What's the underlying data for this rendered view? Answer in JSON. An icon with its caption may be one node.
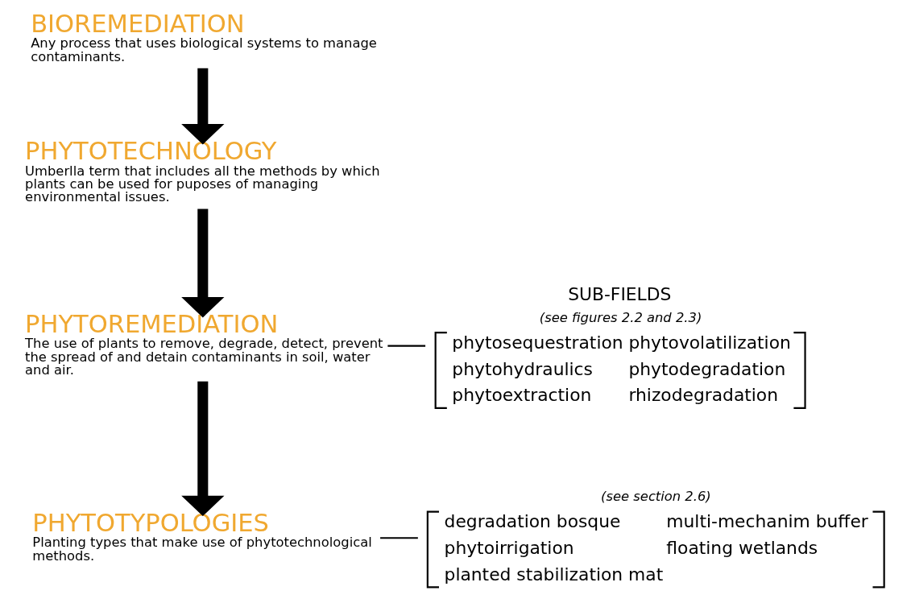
{
  "diagram": {
    "nodes": [
      {
        "text": [
          "BIOREMEDIATION",
          "Any process that uses biological systems to manage contaminants."
        ]
      },
      {
        "text": [
          "PHYTOTECHNOLOGY",
          "Umberlla term that includes all the methods by which plants can be used for puposes of managing environmental issues."
        ]
      },
      {
        "text": [
          "PHYTOREMEDIATION",
          "The use of plants to remove, degrade, detect, prevent the spread of and detain contaminants in soil, water and air."
        ]
      },
      {
        "text": [
          "PHYTOTYPOLOGIES",
          "Planting types that make use of phytotechnological methods."
        ]
      },
      {
        "text": [
          "SUB-FIELDS",
          "(see figures 2.2 and 2.3)",
          "phytosequestration",
          "phytovolatilization",
          "phytohydraulics",
          "phytodegradation",
          "phytoextraction",
          "rhizodegradation"
        ]
      },
      {
        "text": [
          "(see section 2.6)",
          "degradation bosque",
          "multi-mechanim buffer",
          "phytoirrigation",
          "floating wetlands",
          "planted stabilization mat"
        ]
      }
    ],
    "edges": [
      {
        "from": 0,
        "to": 1,
        "arrow": "to"
      },
      {
        "from": 1,
        "to": 2,
        "arrow": "to"
      },
      {
        "from": 2,
        "to": 3,
        "arrow": "to"
      },
      {
        "from": 2,
        "to": 4,
        "arrow": "none"
      },
      {
        "from": 3,
        "to": 5,
        "arrow": "none"
      }
    ]
  }
}
